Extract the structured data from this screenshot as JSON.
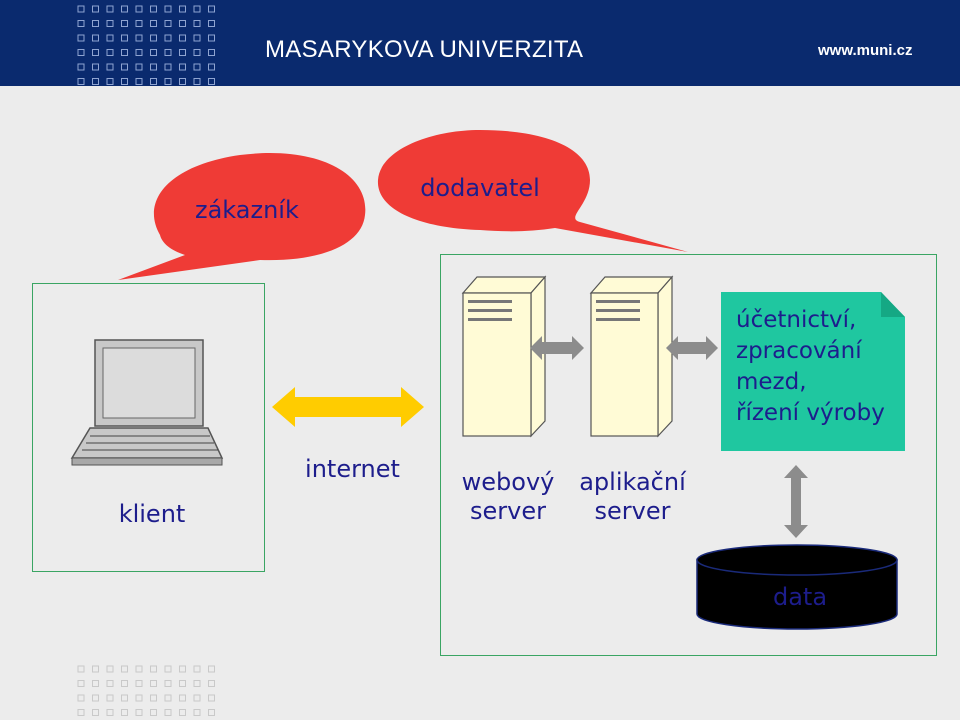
{
  "header": {
    "university": "MASARYKOVA UNIVERZITA",
    "url": "www.muni.cz"
  },
  "bubbles": {
    "customer": "zákazník",
    "supplier": "dodavatel"
  },
  "client": {
    "label": "klient"
  },
  "network": {
    "label": "internet"
  },
  "web_server": {
    "label_line1": "webový",
    "label_line2": "server"
  },
  "app_server": {
    "label_line1": "aplikační",
    "label_line2": "server"
  },
  "note": {
    "line1": "účetnictví,",
    "line2": "zpracování",
    "line3": "mezd,",
    "line4": "řízení výroby"
  },
  "database": {
    "label": "data"
  },
  "colors": {
    "header_bg": "#0a2a6e",
    "bubble_red": "#ef3b36",
    "note_green": "#1fc7a0",
    "arrow_yellow": "#ffcc00",
    "arrow_gray": "#8c8c8c",
    "box_border": "#3aa563",
    "label_blue": "#1d1d8c",
    "server_fill": "#fffbd6"
  }
}
